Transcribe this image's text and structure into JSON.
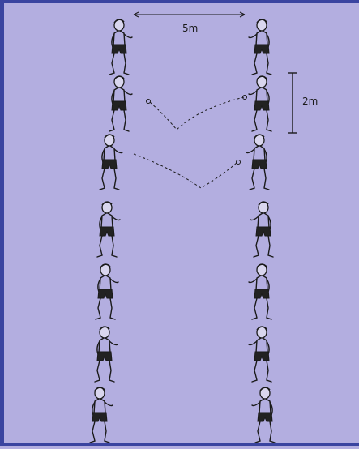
{
  "labels": {
    "width_distance": "5m",
    "row_spacing": "2m"
  },
  "colors": {
    "background": "#b3aee0",
    "border": "#3a44a0",
    "ink": "#1a1a1a",
    "shorts": "#222222"
  },
  "rows": 7,
  "ball_passes": 2
}
